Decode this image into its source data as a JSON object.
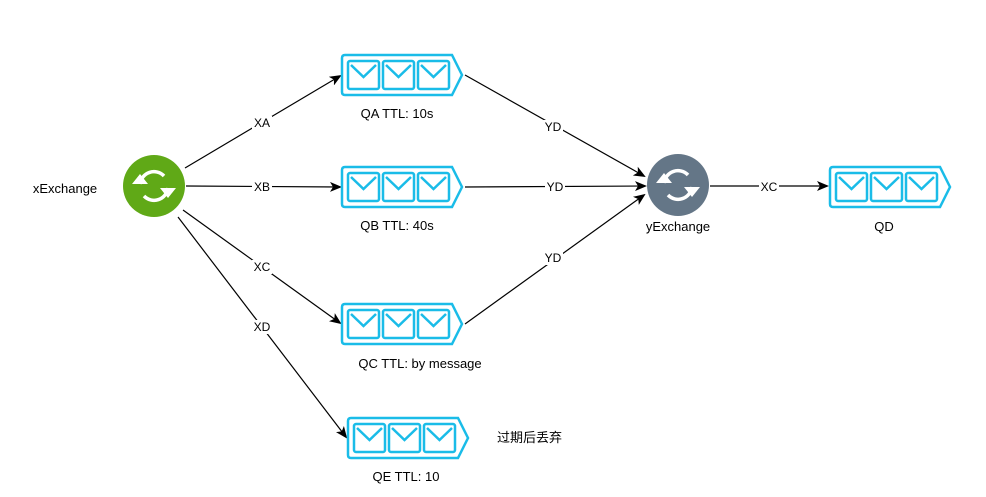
{
  "diagram": {
    "colors": {
      "queue": "#1ABCE8",
      "x_exchange": "#60A917",
      "y_exchange": "#647687",
      "edge": "#000000"
    },
    "nodes": [
      {
        "id": "xExchange",
        "type": "exchange",
        "label": "xExchange",
        "icon": "refresh-icon",
        "color_key": "x_exchange"
      },
      {
        "id": "yExchange",
        "type": "exchange",
        "label": "yExchange",
        "icon": "refresh-icon",
        "color_key": "y_exchange"
      },
      {
        "id": "QA",
        "type": "queue",
        "label": "QA TTL: 10s",
        "icon": "mail-queue-icon"
      },
      {
        "id": "QB",
        "type": "queue",
        "label": "QB TTL: 40s",
        "icon": "mail-queue-icon"
      },
      {
        "id": "QC",
        "type": "queue",
        "label": "QC TTL: by message",
        "icon": "mail-queue-icon"
      },
      {
        "id": "QE",
        "type": "queue",
        "label": "QE TTL: 10",
        "icon": "mail-queue-icon"
      },
      {
        "id": "QD",
        "type": "queue",
        "label": "QD",
        "icon": "mail-queue-icon"
      }
    ],
    "edges": [
      {
        "from": "xExchange",
        "to": "QA",
        "label": "XA"
      },
      {
        "from": "xExchange",
        "to": "QB",
        "label": "XB"
      },
      {
        "from": "xExchange",
        "to": "QC",
        "label": "XC"
      },
      {
        "from": "xExchange",
        "to": "QE",
        "label": "XD"
      },
      {
        "from": "QA",
        "to": "yExchange",
        "label": "YD"
      },
      {
        "from": "QB",
        "to": "yExchange",
        "label": "YD"
      },
      {
        "from": "QC",
        "to": "yExchange",
        "label": "YD"
      },
      {
        "from": "yExchange",
        "to": "QD",
        "label": "XC"
      }
    ],
    "annotations": [
      {
        "near": "QE",
        "text": "过期后丢弃"
      }
    ]
  }
}
